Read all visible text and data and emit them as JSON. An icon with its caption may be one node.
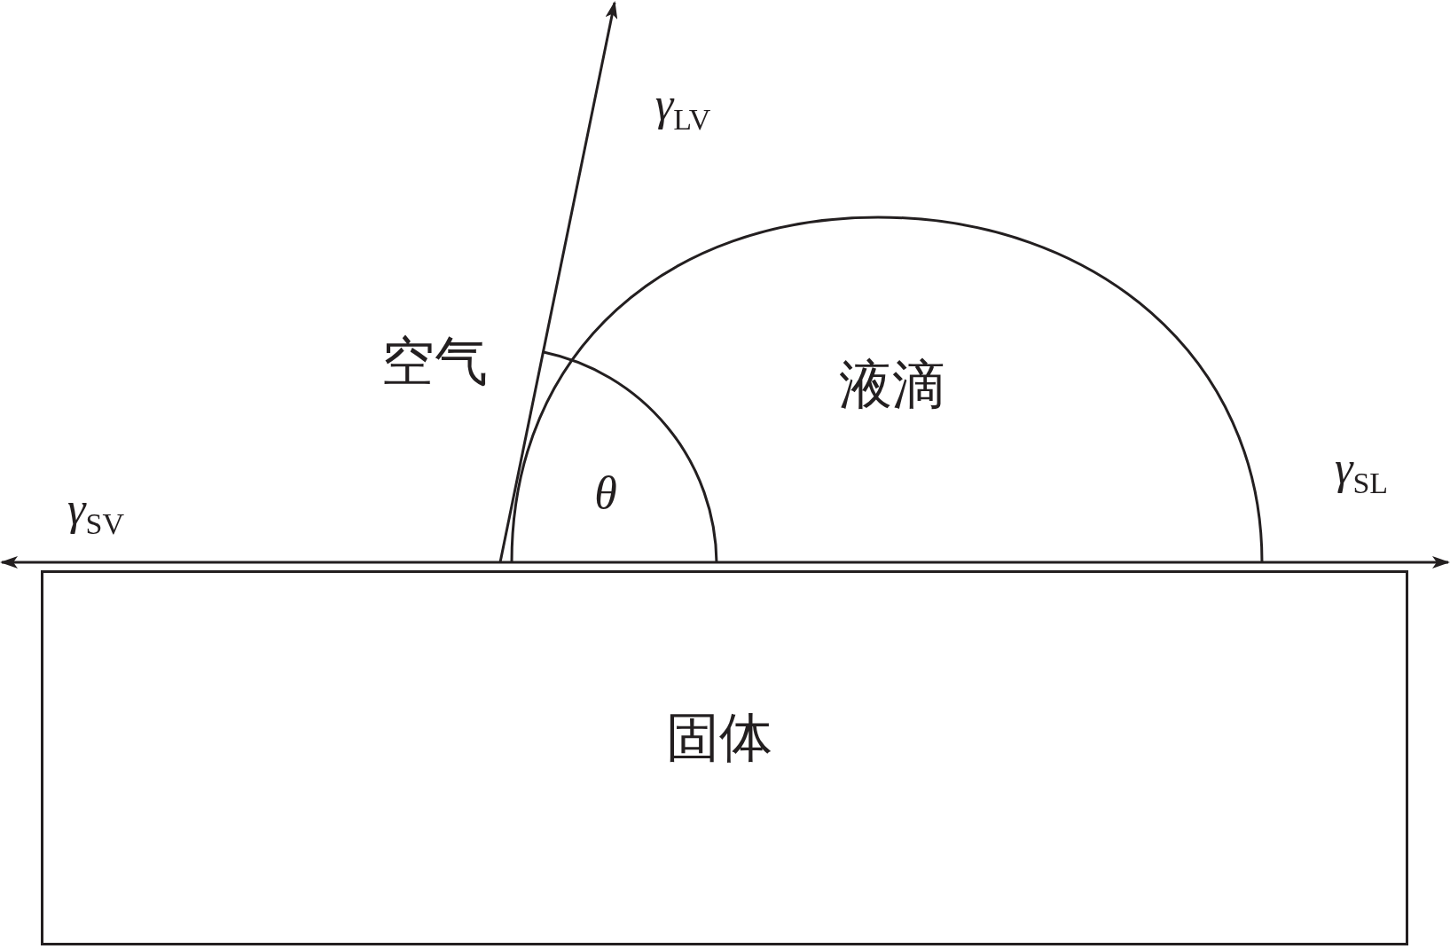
{
  "diagram": {
    "nodes": [
      {
        "text": [
          "固体"
        ]
      },
      {
        "text": [
          "液滴"
        ]
      }
    ],
    "labels": [
      "γ$_{LV}$",
      "空气",
      "γ$_{SL}$",
      "θ",
      "γ$_{SV}$"
    ]
  }
}
